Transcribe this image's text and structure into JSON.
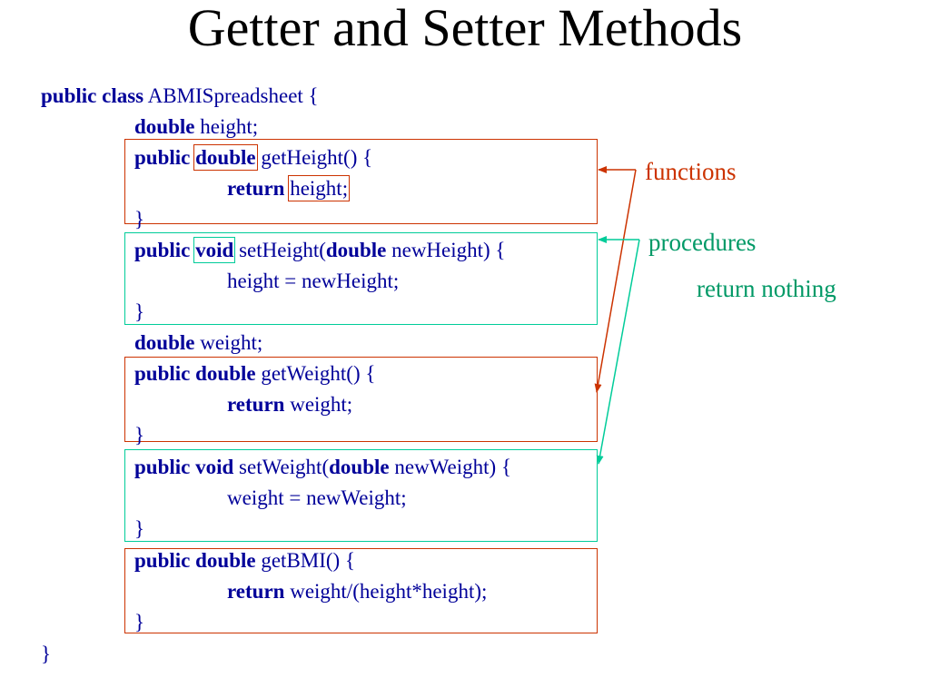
{
  "title": "Getter and Setter Methods",
  "colors": {
    "code": "#000099",
    "functions": "#cc3300",
    "procedures": "#009966",
    "function_box": "#cc3300",
    "procedure_box": "#00cc99"
  },
  "code": {
    "line1": {
      "kw1": "public class",
      "text": " ABMISpreadsheet {"
    },
    "line2": {
      "kw1": "double",
      "text": " height;"
    },
    "line3": {
      "kw1": "public",
      "kw2": "double",
      "text": " getHeight() {"
    },
    "line4": {
      "kw1": "return",
      "text": "height;"
    },
    "line5": {
      "text": "}"
    },
    "line6": {
      "kw1": "public",
      "kw2": "void",
      "text1": " setHeight(",
      "kw3": "double",
      "text2": " newHeight) {"
    },
    "line7": {
      "text": "height = newHeight;"
    },
    "line8": {
      "text": "}"
    },
    "line9": {
      "kw1": "double",
      "text": " weight;"
    },
    "line10": {
      "kw1": "public double",
      "text": " getWeight() {"
    },
    "line11": {
      "kw1": "return",
      "text": " weight;"
    },
    "line12": {
      "text": "}"
    },
    "line13": {
      "kw1": "public void",
      "text1": " setWeight(",
      "kw2": "double",
      "text2": " newWeight) {"
    },
    "line14": {
      "text": "weight = newWeight;"
    },
    "line15": {
      "text": "}"
    },
    "line16": {
      "kw1": "public double",
      "text": " getBMI() {"
    },
    "line17": {
      "kw1": "return",
      "text": " weight/(height*height);"
    },
    "line18": {
      "text": "}"
    },
    "line19": {
      "text": "}"
    }
  },
  "annotations": {
    "functions": "functions",
    "procedures": "procedures",
    "return_nothing": "return nothing"
  }
}
